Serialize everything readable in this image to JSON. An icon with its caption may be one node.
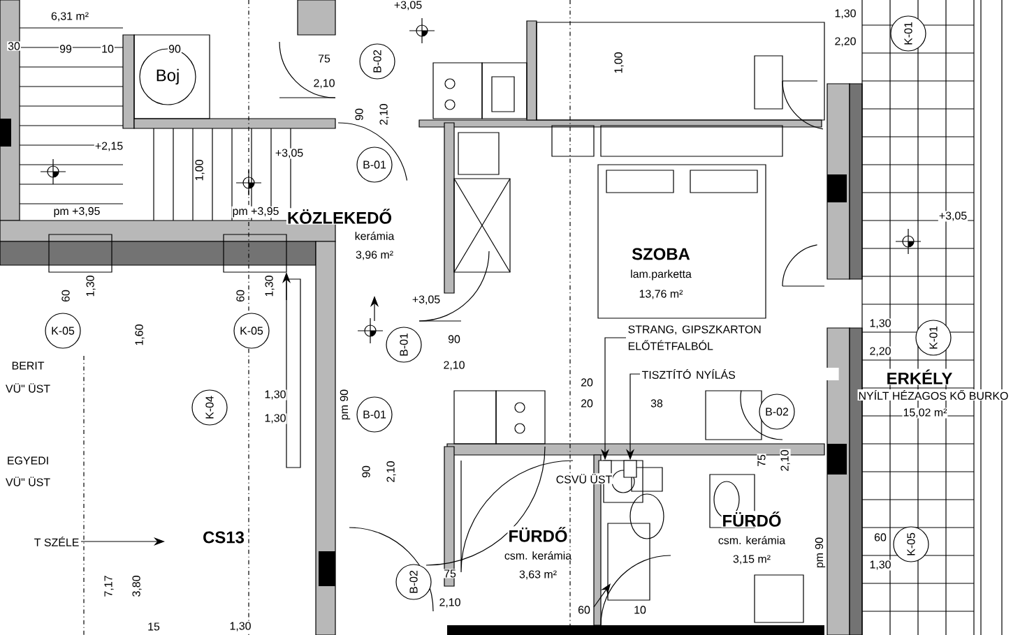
{
  "diagram": {
    "nodes": [
      {
        "text": [
          "B-02"
        ],
        "beside": [
          "90",
          "2,10"
        ]
      },
      {
        "text": [
          "B-01"
        ]
      },
      {
        "text": [
          "B-01"
        ],
        "beside": [
          "90",
          "2,10"
        ]
      },
      {
        "text": [
          "B-01"
        ],
        "beside": [
          "90",
          "2,10"
        ]
      },
      {
        "text": [
          "B-02"
        ],
        "beside": [
          "75",
          "2,10"
        ]
      },
      {
        "text": [
          "B-02"
        ],
        "beside": [
          "75",
          "2,10"
        ]
      },
      {
        "text": [
          "K-01"
        ],
        "beside": [
          "1,30",
          "2,20"
        ]
      },
      {
        "text": [
          "K-01"
        ],
        "beside": [
          "1,30",
          "2,20"
        ]
      },
      {
        "text": [
          "K-05"
        ],
        "beside": [
          "60",
          "1,30"
        ]
      },
      {
        "text": [
          "K-05"
        ],
        "beside": [
          "60",
          "1,30"
        ]
      },
      {
        "text": [
          "K-05"
        ],
        "beside": [
          "60",
          "1,30"
        ]
      },
      {
        "text": [
          "K-04"
        ],
        "beside": [
          "1,30",
          "1,30"
        ]
      },
      {
        "text": [
          "Boj"
        ]
      },
      {
        "text": [
          "STRANG, GIPSZKARTON ELŐTÉTFALBÓL"
        ]
      },
      {
        "text": [
          "TISZTÍTÓ NYÍLÁS"
        ]
      },
      {
        "text": [
          "T SZÉLE"
        ]
      },
      {
        "text": [],
        "shape": "box"
      },
      {
        "text": [],
        "shape": "box"
      }
    ],
    "edges": [
      {
        "from": 13,
        "to": 16,
        "arrow": "to"
      },
      {
        "from": 14,
        "to": 17,
        "arrow": "to"
      },
      {
        "from": 15,
        "to": null,
        "arrow": "to"
      }
    ],
    "labels": [
      "6,31 m²",
      "30",
      "99",
      "10",
      "90",
      "75",
      "2,10",
      "+3,05",
      "1,00",
      "+2,15",
      "1,00",
      "+3,05",
      "pm +3,95",
      "pm +3,95",
      "KÖZLEKEDŐ",
      "kerámia",
      "3,96 m²",
      "SZOBA",
      "lam.parketta",
      "13,76 m²",
      "+3,05",
      "+3,05",
      "1,60",
      "BERIT",
      "VÜ\" ÜST",
      "pm 90",
      "EGYEDI",
      "VÜ\" ÜST",
      "ERKÉLY",
      "NYÍLT HÉZAGOS KŐ BURKO",
      "15,02 m²",
      "20",
      "20",
      "38",
      "CSVÜ ÜST",
      "FÜRDŐ",
      "csm. kerámia",
      "3,63 m²",
      "FÜRDŐ",
      "csm. kerámia",
      "3,15 m²",
      "pm 90",
      "CS13",
      "7,17",
      "3,80",
      "15",
      "1,30",
      "60",
      "10"
    ]
  }
}
